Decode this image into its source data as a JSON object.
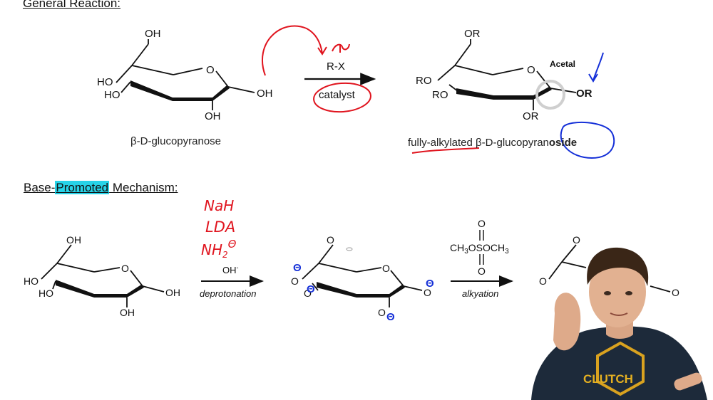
{
  "sections": {
    "general_title": "General Reaction:",
    "mechanism_title_pre": "Base-",
    "mechanism_title_highlight": "Promoted",
    "mechanism_title_post": " Mechanism:"
  },
  "general": {
    "reactant_name": "β-D-glucopyranose",
    "reagent_top": "R-X",
    "reagent_bottom": "catalyst",
    "product_name_prefix": "fully-alkylated",
    "product_name_mid": " β-D-glucopyra",
    "product_name_suffix_plain": "n",
    "product_name_bold": "oside",
    "acetal_label": "Acetal",
    "labels": {
      "oh": "OH",
      "ho": "HO",
      "o": "O",
      "or": "OR",
      "ro": "RO"
    }
  },
  "mechanism": {
    "step1_reagent": "OH",
    "step1_reagent_sup": "-",
    "step1_name": "deprotonation",
    "step2_reagent_top": "O",
    "step2_reagent_left": "CH",
    "step2_reagent_mid": "OSOCH",
    "step2_reagent_sub": "3",
    "step2_name": "alkyation",
    "handwritten_bases": [
      "NaH",
      "LDA",
      "NH"
    ],
    "handwritten_nh_sub": "2",
    "minus_glyph": "Θ"
  },
  "colors": {
    "red_ink": "#e0141e",
    "blue_ink": "#1530d8",
    "highlight": "#27d3e8",
    "bonds": "#111111"
  },
  "presenter": {
    "shirt_logo": "CLUTCH"
  }
}
